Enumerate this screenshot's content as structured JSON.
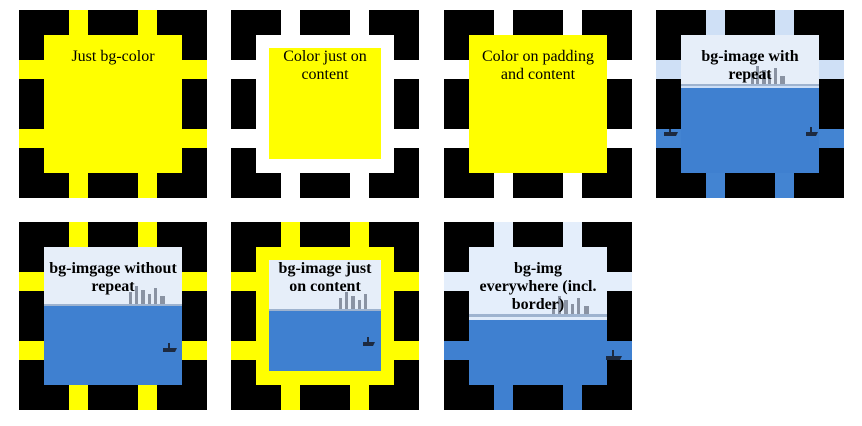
{
  "colors": {
    "yellow": "#ffff00",
    "black": "#000000",
    "sky": "#cfe2f8",
    "sea": "#3f7fd0"
  },
  "boxes": [
    {
      "label": "Just bg-color"
    },
    {
      "label": "Color just on content"
    },
    {
      "label": "Color on padding and content"
    },
    {
      "label": "bg-image with repeat"
    },
    {
      "label": "bg-imgage without repeat"
    },
    {
      "label": "bg-image just on content"
    },
    {
      "label": "bg-img everywhere (incl. border)"
    }
  ]
}
